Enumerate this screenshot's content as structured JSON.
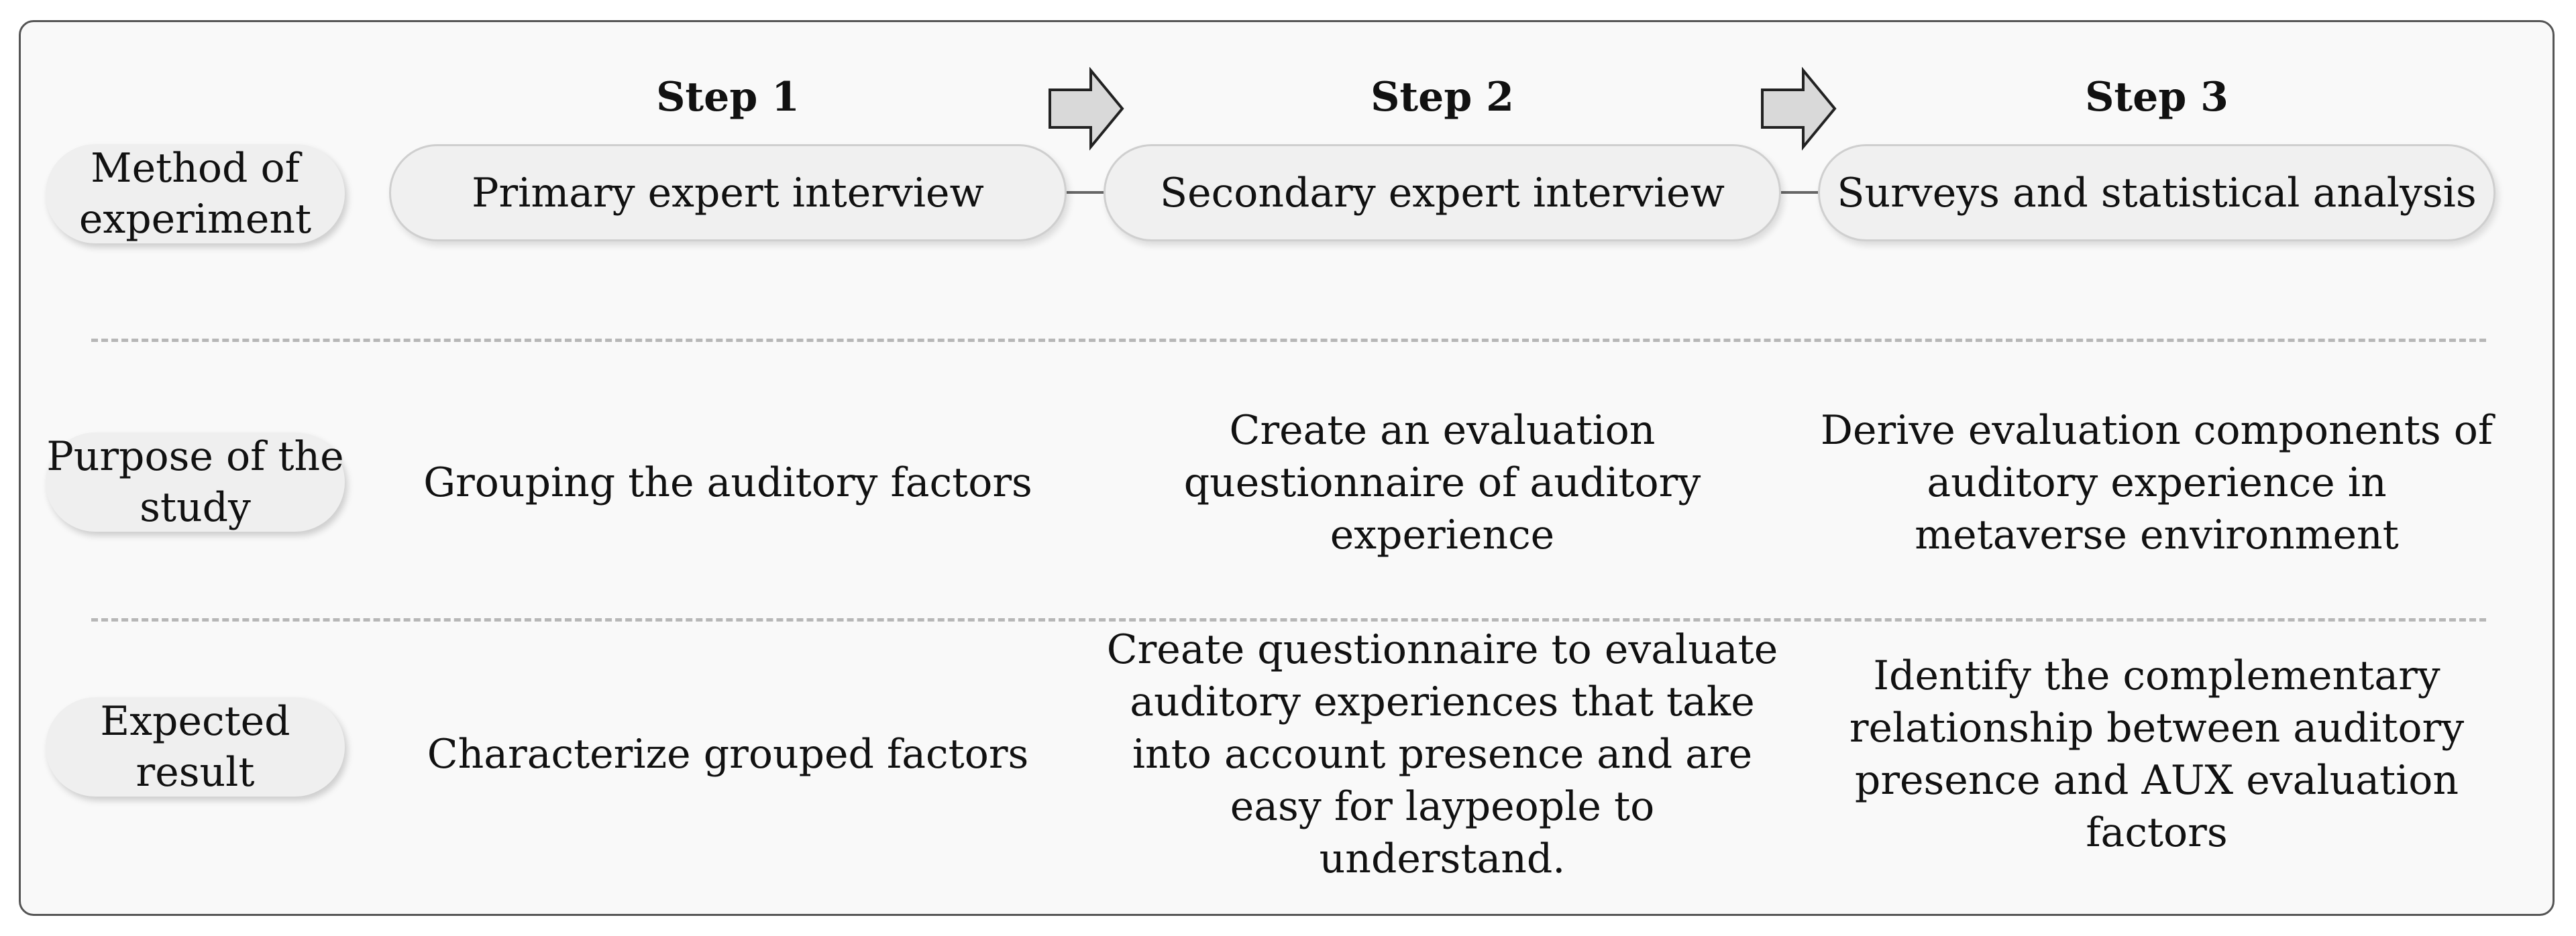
{
  "row_labels": {
    "method": "Method of experiment",
    "purpose": "Purpose of the study",
    "result": "Expected result"
  },
  "steps": [
    {
      "title": "Step 1",
      "method": "Primary expert interview",
      "purpose": "Grouping the auditory factors",
      "result": "Characterize grouped factors"
    },
    {
      "title": "Step 2",
      "method": "Secondary expert interview",
      "purpose": "Create an evaluation questionnaire of auditory experience",
      "result": "Create questionnaire to evaluate auditory experiences that  take into account presence and are easy for laypeople to understand."
    },
    {
      "title": "Step 3",
      "method": "Surveys and statistical analysis",
      "purpose": "Derive evaluation components of auditory experience in metaverse environment",
      "result": "Identify the complementary relationship between auditory presence and AUX evaluation factors"
    }
  ],
  "colors": {
    "frame_border": "#555555",
    "pill_fill": "#f0f0f0",
    "arrow_fill": "#d9d9d9",
    "arrow_stroke": "#222222",
    "divider": "#b7b7b7"
  },
  "icons": {
    "step_arrow": "right-arrow-icon"
  }
}
